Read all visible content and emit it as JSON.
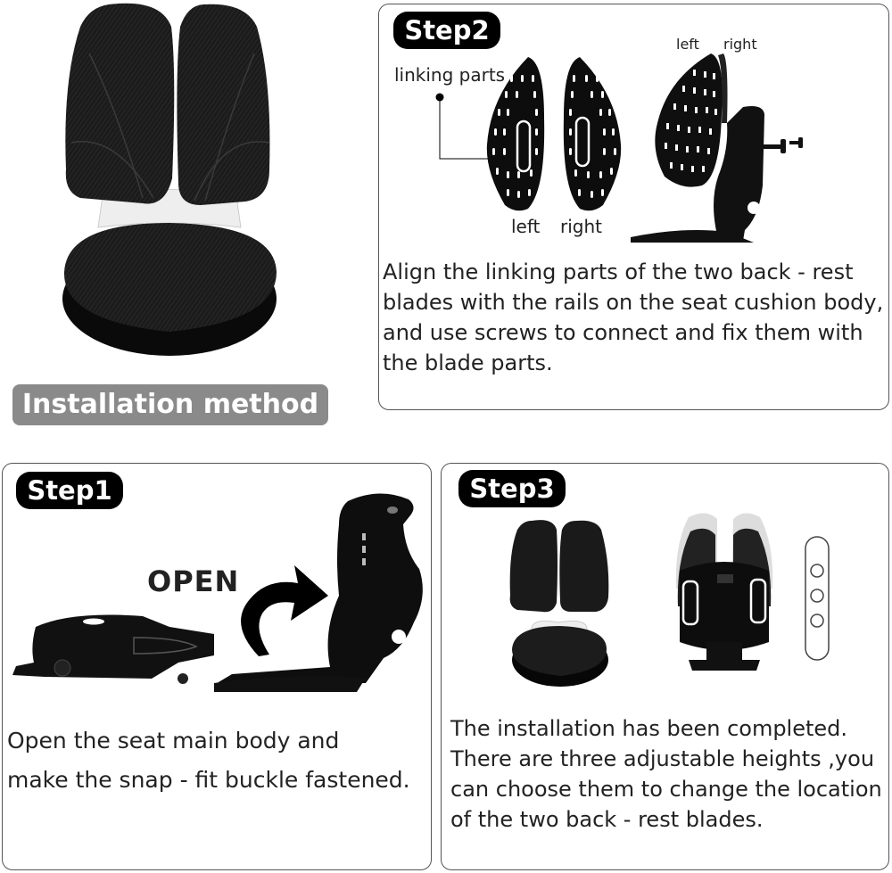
{
  "top_image": {
    "badge": "Installation method"
  },
  "step2": {
    "badge": "Step2",
    "callout": "linking parts",
    "label_left_bottom": "left",
    "label_right_bottom": "right",
    "label_left_top": "left",
    "label_right_top": "right",
    "description": "Align the linking parts of the two back - rest\nblades with the rails on the seat cushion body,\nand use screws to connect and fix them with\nthe blade parts."
  },
  "step1": {
    "badge": "Step1",
    "open_label": "OPEN",
    "description": "Open the  seat main body  and\nmake the snap - fit buckle fastened."
  },
  "step3": {
    "badge": "Step3",
    "description": "The installation has been completed.\nThere are three adjustable heights ,you\ncan choose them to change the location\nof the two back - rest blades."
  },
  "colors": {
    "badge_bg": "#000000",
    "method_badge_bg": "#8a8a8a",
    "panel_border": "#555555",
    "cushion": "#141414"
  }
}
